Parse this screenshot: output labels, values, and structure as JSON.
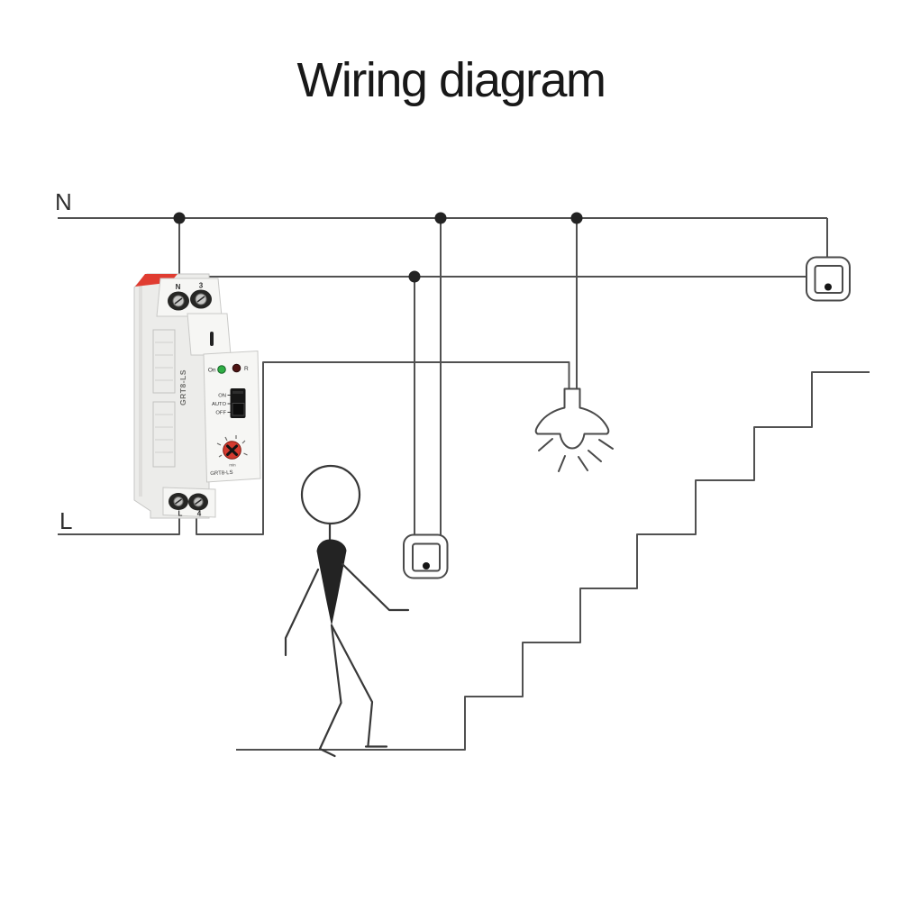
{
  "title": "Wiring diagram",
  "bus_labels": {
    "neutral": "N",
    "live": "L"
  },
  "device": {
    "model_front": "GRT8-LS",
    "model_side": "GRT8-LS",
    "terminals": {
      "top_left": "N",
      "top_right": "3",
      "bottom_left": "L",
      "bottom_right": "4"
    },
    "panel": {
      "on_label": "On",
      "r_label": "R",
      "mode_labels": [
        "ON",
        "AUTO",
        "OFF"
      ],
      "dial_unit": "min"
    }
  },
  "colors": {
    "wire": "#515151",
    "junction_dot": "#232323",
    "figure": "#383838",
    "device_red": "#e03c31",
    "led_green": "#2fae45",
    "led_red": "#4e1312",
    "dial_red": "#d43a2f",
    "title_text": "#181818"
  }
}
